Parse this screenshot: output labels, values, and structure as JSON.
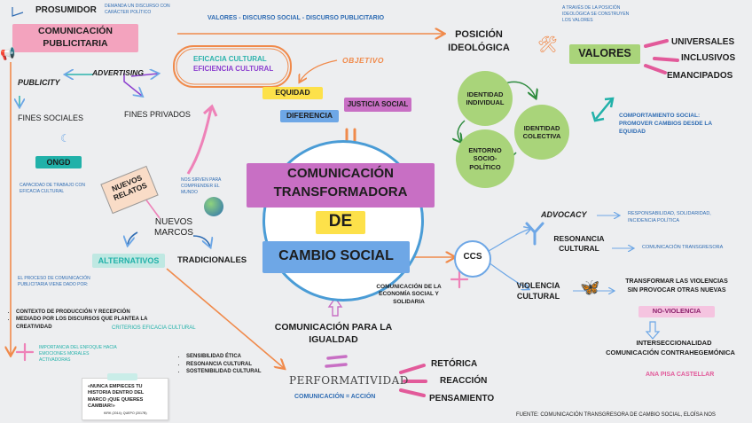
{
  "left": {
    "prosumidor": "PROSUMIDOR",
    "prosumidor_note": "DEMANDA UN DISCURSO CON CARÁCTER POLÍTICO",
    "com_pub": "COMUNICACIÓN PUBLICITARIA",
    "publicity": "PUBLICITY",
    "advertising": "ADVERTISING",
    "fines_sociales": "FINES SOCIALES",
    "fines_privados": "FINES PRIVADOS",
    "ongd": "ONGD",
    "ongd_note": "CAPACIDAD DE TRABAJO CON EFICACIA CULTURAL",
    "proceso_note": "EL PROCESO DE COMUNICACIÓN PUBLICITARIA VIENE DADO POR:",
    "bullets": [
      "CONTEXTO DE PRODUCCIÓN Y RECEPCIÓN",
      "MEDIADO POR LOS DISCURSOS QUE PLANTEA LA CREATIVIDAD"
    ],
    "criterios": "CRITERIOS EFICACIA CULTURAL",
    "importancia": "IMPORTANCIA DEL ENFOQUE HACIA EMOCIONES MORALES ACTIVADORAS",
    "criterios_list": [
      "SENSIBILIDAD ÉTICA",
      "RESONANCIA CULTURAL",
      "SOSTENIBILIDAD CULTURAL"
    ],
    "quote": "«NUNCA EMPIECES TU HISTORIA DENTRO DEL MARCO ¡QUE QUIERES CAMBIAR!»",
    "quote_src": "KIRK (2014); QUEPO (2017B)"
  },
  "center": {
    "valores_discurso": "VALORES - DISCURSO SOCIAL - DISCURSO PUBLICITARIO",
    "eficacia": "EFICACIA CULTURAL",
    "eficiencia": "EFICIENCIA CULTURAL",
    "objetivo": "OBJETIVO",
    "equidad": "EQUIDAD",
    "justicia": "JUSTICIA SOCIAL",
    "diferencia": "DIFERENCIA",
    "nuevos_relatos": "NUEVOS RELATOS",
    "nos_sirven": "NOS SIRVEN PARA COMPRENDER EL MUNDO",
    "nuevos_marcos": "NUEVOS MARCOS",
    "alternativos": "ALTERNATIVOS",
    "tradicionales": "TRADICIONALES",
    "main_line1": "COMUNICACIÓN",
    "main_line2": "TRANSFORMADORA",
    "main_de": "DE",
    "main_line3": "CAMBIO SOCIAL",
    "com_igualdad": "COMUNICACIÓN PARA LA IGUALDAD",
    "performatividad": "PERFORMATIVIDAD",
    "com_accion": "COMUNICACIÓN = ACCIÓN",
    "retorica": "RETÓRICA",
    "reaccion": "REACCIÓN",
    "pensamiento": "PENSAMIENTO",
    "com_economia": "COMUNICACIÓN DE LA ECONOMÍA SOCIAL Y SOLIDARIA"
  },
  "right": {
    "posicion": "POSICIÓN IDEOLÓGICA",
    "posicion_note": "A TRAVÉS DE LA POSICIÓN IDEOLÓGICA SE CONSTRUYEN LOS VALORES",
    "valores": "VALORES",
    "universales": "UNIVERSALES",
    "inclusivos": "INCLUSIVOS",
    "emancipados": "EMANCIPADOS",
    "identidad_individual": "IDENTIDAD INDIVIDUAL",
    "identidad_colectiva": "IDENTIDAD COLECTIVA",
    "entorno": "ENTORNO SOCIO-POLÍTICO",
    "comportamiento": "COMPORTAMIENTO SOCIAL: PROMOVER CAMBIOS DESDE LA EQUIDAD",
    "advocacy": "ADVOCACY",
    "resp": "RESPONSABILIDAD, SOLIDARIDAD, INCIDENCIA POLÍTICA",
    "resonancia": "RESONANCIA CULTURAL",
    "com_transgresora": "COMUNICACIÓN TRANSGRESORA",
    "ccs": "CCS",
    "violencia": "VIOLENCIA CULTURAL",
    "transformar": "TRANSFORMAR LAS VIOLENCIAS SIN PROVOCAR OTRAS NUEVAS",
    "no_violencia": "NO-VIOLENCIA",
    "interseccionalidad": "INTERSECCIONALIDAD",
    "contrahegemonica": "COMUNICACIÓN CONTRAHEGEMÓNICA",
    "author": "ANA PISA CASTELLAR",
    "fuente": "FUENTE: COMUNICACIÓN TRANSGRESORA DE CAMBIO SOCIAL, ELOÍSA NOS"
  },
  "colors": {
    "pink": "#f3a3be",
    "purple": "#c86fc4",
    "blue": "#6ea7e6",
    "yellow": "#fde14a",
    "green": "#a9d47a",
    "teal": "#21b1a9",
    "orange": "#f08a4b",
    "lightpink": "#ee82b8"
  }
}
